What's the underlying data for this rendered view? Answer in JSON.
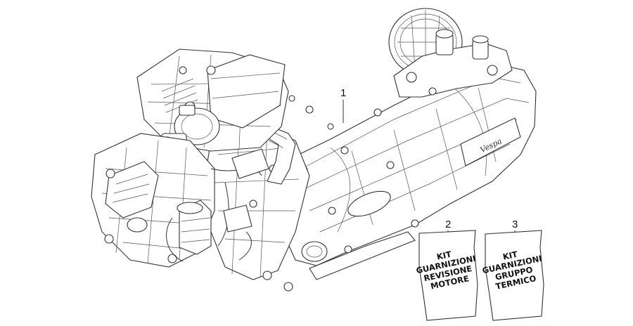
{
  "diagram": {
    "callouts": [
      {
        "id": "part-1",
        "number": "1"
      },
      {
        "id": "part-2",
        "number": "2"
      },
      {
        "id": "part-3",
        "number": "3"
      }
    ],
    "kit_revisione": {
      "lines": [
        "KIT",
        "GUARNIZIONI",
        "REVISIONE",
        "MOTORE"
      ]
    },
    "kit_termico": {
      "lines": [
        "KIT",
        "GUARNIZIONI",
        "GRUPPO",
        "TERMICO"
      ]
    },
    "case_logo_text": "Vespa"
  }
}
